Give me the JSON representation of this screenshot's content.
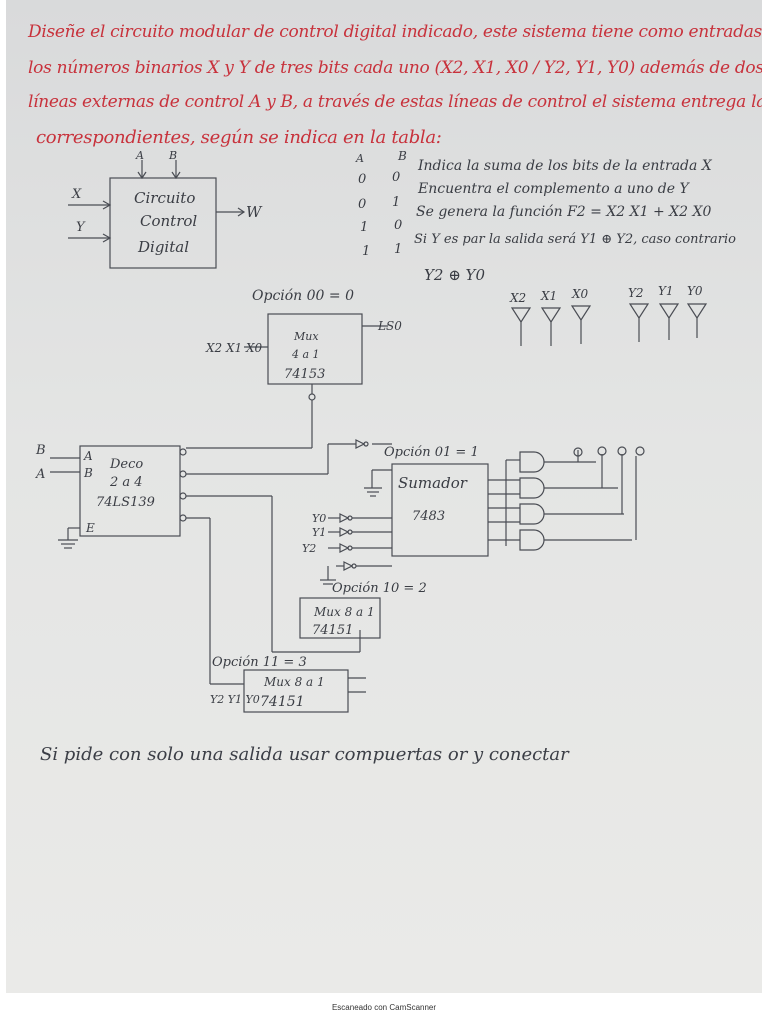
{
  "statement": {
    "line1": "Diseñe el circuito modular de control digital indicado, este sistema tiene como entradas",
    "line2": "los números binarios  X y Y de tres bits cada uno (X2, X1, X0 / Y2, Y1, Y0) además de dos",
    "line3": "líneas externas de control A y B, a través de estas líneas de control el sistema entrega las",
    "line4": "correspondientes, según se indica en la tabla:"
  },
  "block": {
    "in_a": "A",
    "in_b": "B",
    "in_x": "X",
    "in_y": "Y",
    "title1": "Circuito",
    "title2": "Control",
    "title3": "Digital",
    "out_w": "W"
  },
  "table": {
    "col_a": "A",
    "col_b": "B",
    "rows": [
      {
        "a": "0",
        "b": "0",
        "desc": "Indica la suma de los bits de la entrada X"
      },
      {
        "a": "0",
        "b": "1",
        "desc": "Encuentra el complemento a uno de Y"
      },
      {
        "a": "1",
        "b": "0",
        "desc": "Se genera la función F2 = X2 X1 + X2 X0"
      },
      {
        "a": "1",
        "b": "1",
        "desc": "Si Y es par la salida será Y1 ⊕ Y2, caso contrario"
      }
    ],
    "row4_cont": "Y2 ⊕ Y0"
  },
  "diagram": {
    "opt00": "Opción 00 = 0",
    "mux41_in": "X2 X1 X0",
    "mux41_1": "Mux",
    "mux41_2": "4 a 1",
    "mux41_3": "74153",
    "mux41_out": "LS0",
    "pins_x": [
      "X2",
      "X1",
      "X0"
    ],
    "pins_y": [
      "Y2",
      "Y1",
      "Y0"
    ],
    "dec_b": "B",
    "dec_a": "A",
    "dec_pa": "A",
    "dec_pb": "B",
    "dec_pe": "E",
    "dec1": "Deco",
    "dec2": "2 a 4",
    "dec3": "74LS139",
    "opt01": "Opción 01 = 1",
    "adder1": "Sumador",
    "adder2": "7483",
    "in_y0": "Y0",
    "in_y1": "Y1",
    "in_y2": "Y2",
    "opt10": "Opción 10 = 2",
    "mux81a_1": "Mux 8 a 1",
    "mux81a_2": "74151",
    "opt11": "Opción 11 = 3",
    "mux81b_in": "Y2 Y1 Y0",
    "mux81b_1": "Mux 8 a 1",
    "mux81b_2": "74151"
  },
  "note": "Si pide con solo una salida usar compuertas or y conectar",
  "footer": "Escaneado con CamScanner",
  "colors": {
    "paper": "#e4e5e4",
    "red_ink": "#c8323c",
    "pencil": "#3a3d44"
  }
}
